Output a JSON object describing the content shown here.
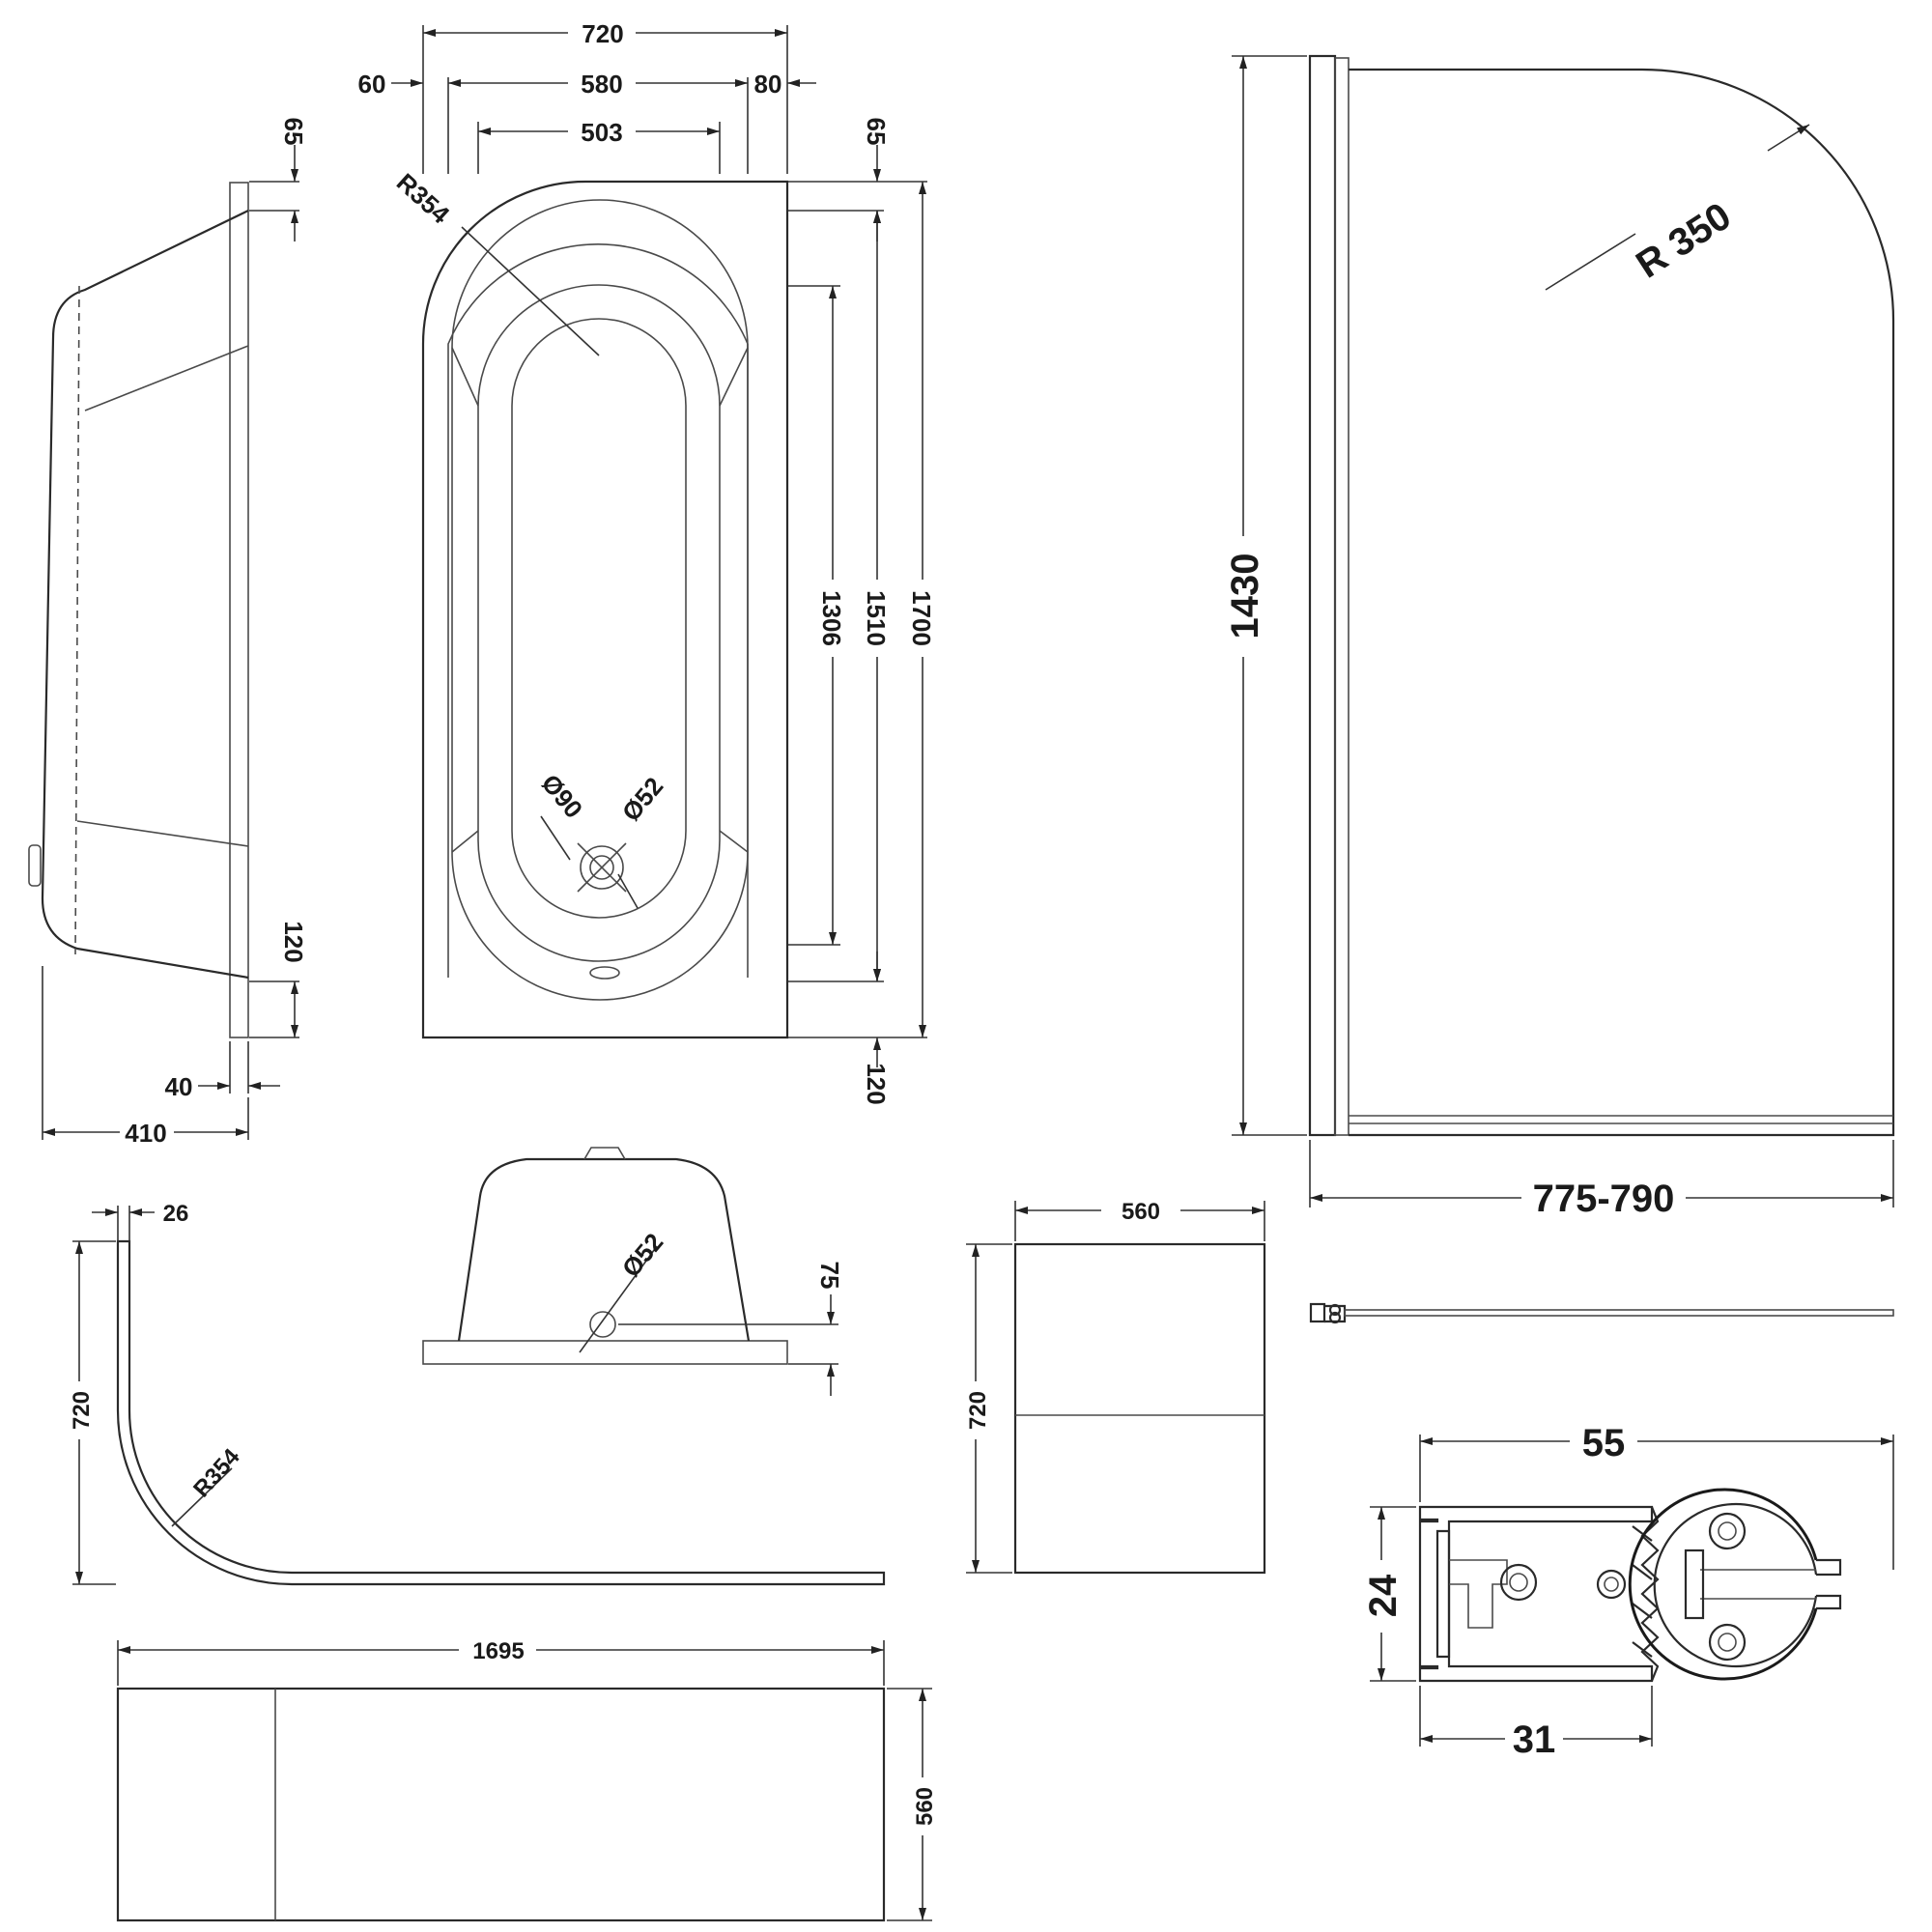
{
  "bath_plan": {
    "width_overall": "720",
    "width_inner": "580",
    "width_left_rim": "60",
    "width_right_rim": "80",
    "width_base": "503",
    "top_rim": "65",
    "bottom_rim": "120",
    "length_base": "1306",
    "length_inner": "1510",
    "length_overall": "1700",
    "radius": "R354",
    "waste_outer": "Ø90",
    "waste_inner": "Ø52"
  },
  "bath_side": {
    "top_rim": "65",
    "bottom_rim": "120",
    "rim_thickness": "40",
    "depth": "410"
  },
  "bath_end": {
    "waste": "Ø52",
    "waste_height": "75"
  },
  "front_panel_section": {
    "thickness": "26",
    "height": "720",
    "radius": "R354"
  },
  "end_panel": {
    "width": "560",
    "height": "720"
  },
  "front_panel": {
    "length": "1695",
    "height": "560"
  },
  "screen": {
    "height": "1430",
    "radius": "R 350",
    "width": "775-790"
  },
  "profile": {
    "width": "55",
    "height": "24",
    "inner_width": "31"
  }
}
